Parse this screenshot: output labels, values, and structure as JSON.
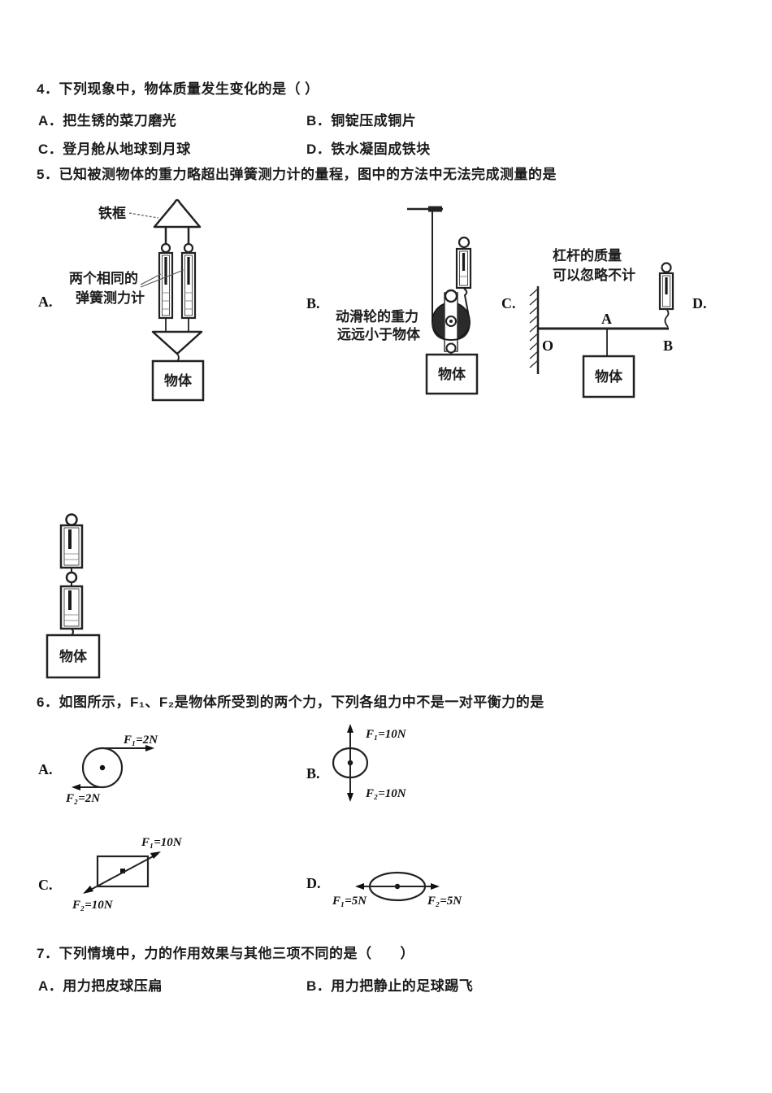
{
  "doc": {
    "ink": "#1c1c1c",
    "paper": "#ffffff"
  },
  "q4": {
    "stem": "4．下列现象中，物体质量发生变化的是（  ）",
    "optA": "A．把生锈的菜刀磨光",
    "optB": "B．铜锭压成铜片",
    "optC": "C．登月舱从地球到月球",
    "optD": "D．铁水凝固成铁块"
  },
  "q5": {
    "stem": "5．已知被测物体的重力略超出弹簧测力计的量程，图中的方法中无法完成测量的是",
    "letterA": "A.",
    "letterB": "B.",
    "letterC": "C.",
    "letterD": "D.",
    "labels": {
      "iron_frame": "铁框",
      "two_scales_line1": "两个相同的",
      "two_scales_line2": "弹簧测力计",
      "object": "物体",
      "pulley_line1": "动滑轮的重力",
      "pulley_line2": "远远小于物体",
      "lever_line1": "杠杆的质量",
      "lever_line2": "可以忽略不计",
      "pivot_O": "O",
      "point_A": "A",
      "point_B": "B"
    }
  },
  "q6": {
    "stem": "6．如图所示，F₁、F₂是物体所受到的两个力，下列各组力中不是一对平衡力的是",
    "letterA": "A.",
    "letterB": "B.",
    "letterC": "C.",
    "letterD": "D.",
    "forces": {
      "a_f1": "F₁=2N",
      "a_f2": "F₂=2N",
      "b_f1": "F₁=10N",
      "b_f2": "F₂=10N",
      "c_f1": "F₁=10N",
      "c_f2": "F₂=10N",
      "d_f1": "F₁=5N",
      "d_f2": "F₂=5N"
    }
  },
  "q7": {
    "stem": "7．下列情境中，力的作用效果与其他三项不同的是（　　）",
    "optA": "A．用力把皮球压扁",
    "optB": "B．用力把静止的足球踢飞"
  }
}
